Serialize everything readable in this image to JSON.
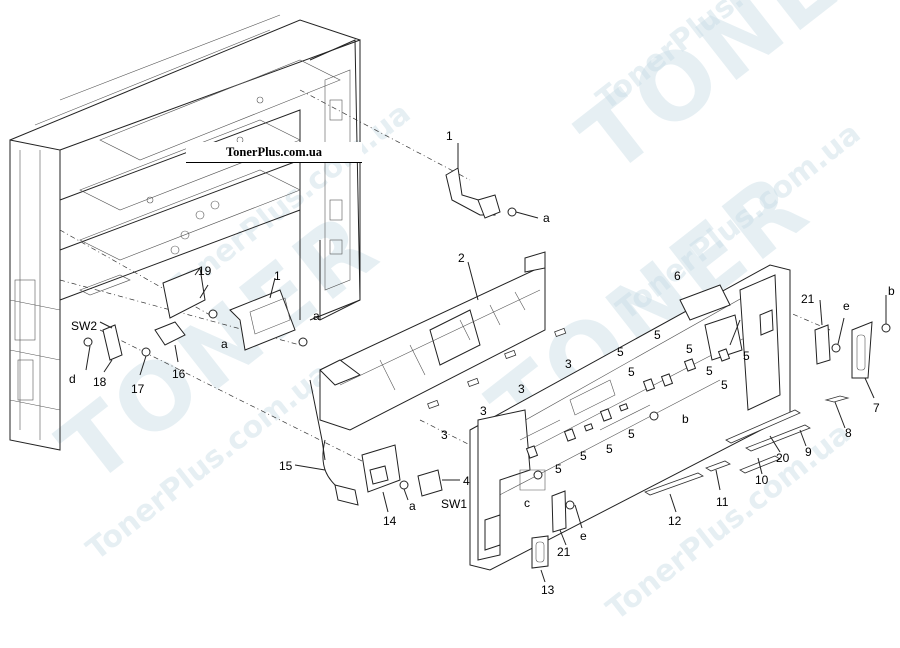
{
  "watermark": {
    "brand": "TONER",
    "domain": "TonerPlus.com.ua"
  },
  "banner": "TonerPlus.com.ua",
  "callouts": {
    "c1_top": "1",
    "ca_top": "a",
    "c2": "2",
    "c6": "6",
    "c21_right": "21",
    "ce_right": "e",
    "cb_right": "b",
    "c7": "7",
    "c8": "8",
    "c9": "9",
    "c10": "10",
    "c20": "20",
    "c11": "11",
    "c12": "12",
    "c13": "13",
    "c21_bottom": "21",
    "ce_bottom": "e",
    "cc": "c",
    "cb_mid": "b",
    "c3_a": "3",
    "c3_b": "3",
    "c3_c": "3",
    "c3_d": "3",
    "c5_a": "5",
    "c5_b": "5",
    "c5_c": "5",
    "c5_d": "5",
    "c5_e": "5",
    "c5_f": "5",
    "c5_g": "5",
    "c5_h": "5",
    "c5_i": "5",
    "c5_j": "5",
    "c5_k": "5",
    "c4": "4",
    "sw1": "SW1",
    "c14": "14",
    "ca_bottom": "a",
    "c15": "15",
    "c19": "19",
    "c1_left": "1",
    "ca_left1": "a",
    "ca_left2": "a",
    "sw2": "SW2",
    "cd": "d",
    "c18": "18",
    "c17": "17",
    "c16": "16"
  },
  "accent_colors": {
    "line": "#222222",
    "watermark": "#c9dde6"
  }
}
